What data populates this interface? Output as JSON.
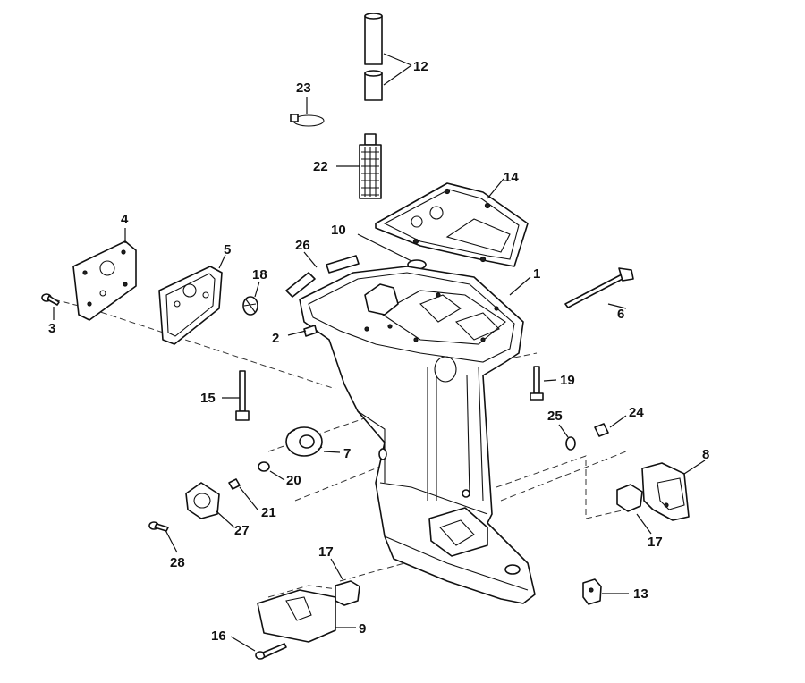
{
  "callouts": {
    "c1": "1",
    "c2": "2",
    "c3": "3",
    "c4": "4",
    "c5": "5",
    "c6": "6",
    "c7": "7",
    "c8": "8",
    "c9": "9",
    "c10": "10",
    "c12": "12",
    "c13": "13",
    "c14": "14",
    "c15": "15",
    "c16": "16",
    "c17a": "17",
    "c17b": "17",
    "c18": "18",
    "c19": "19",
    "c20": "20",
    "c21": "21",
    "c22": "22",
    "c23": "23",
    "c24": "24",
    "c25": "25",
    "c26": "26",
    "c27": "27",
    "c28": "28"
  }
}
